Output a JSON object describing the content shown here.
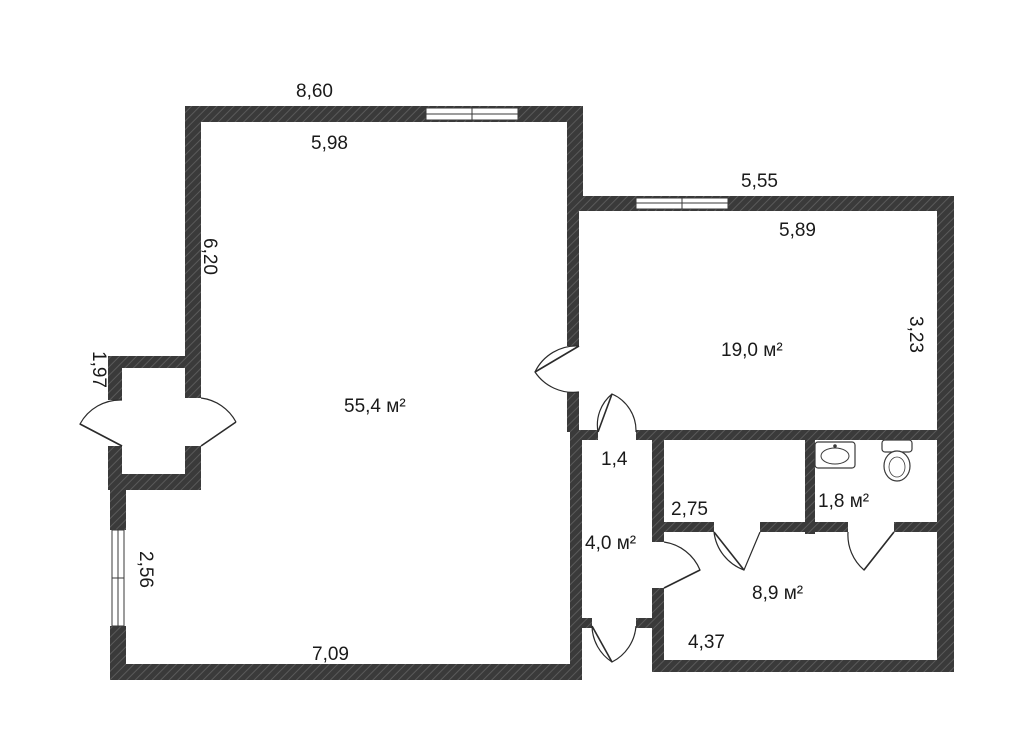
{
  "rooms": {
    "main_hall": {
      "area": "55,4 м²"
    },
    "room_right": {
      "area": "19,0 м²"
    },
    "bathroom": {
      "area": "1,8 м²"
    },
    "corridor": {
      "area": "4,0 м²"
    },
    "room_bottom_right": {
      "area": "8,9 м²"
    }
  },
  "dimensions": {
    "top_outer": "8,60",
    "top_inner": "5,98",
    "left_upper": "6,20",
    "vestibule": "1,97",
    "left_lower": "2,56",
    "bottom": "7,09",
    "right_top_outer": "5,55",
    "right_top_inner": "5,89",
    "right_side": "3,23",
    "corridor_width": "1,4",
    "storage_width": "2,75",
    "bottom_right": "4,37"
  },
  "colors": {
    "wall": "#3a3a3a",
    "hatch": "#555555",
    "window": "#ffffff"
  },
  "icons": [
    "door-icon",
    "window-icon",
    "sink-icon",
    "toilet-icon"
  ]
}
